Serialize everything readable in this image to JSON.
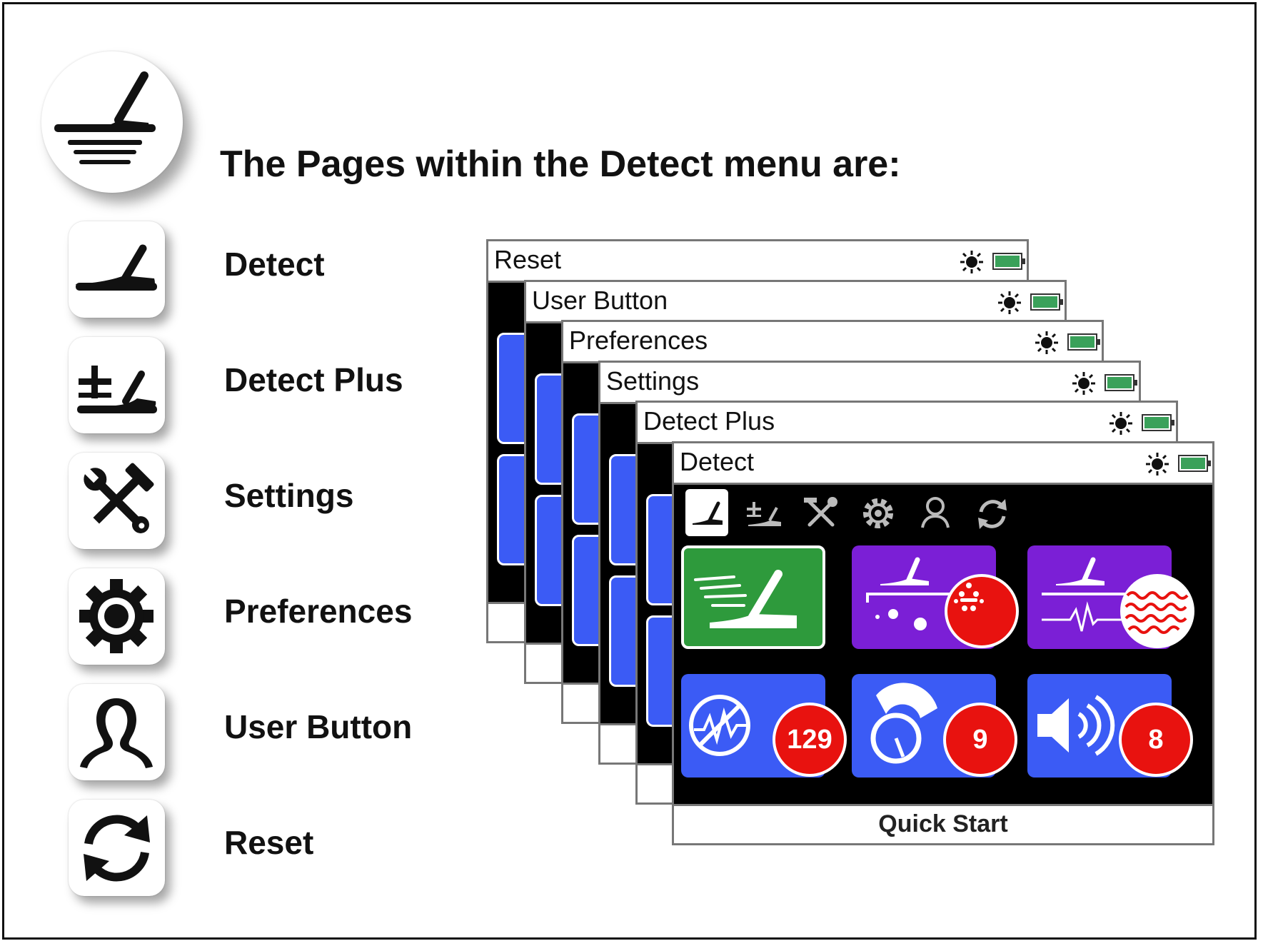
{
  "heading": "The Pages within the Detect menu are:",
  "main_icon": "detect-menu-icon",
  "pages": [
    {
      "label": "Detect",
      "icon": "detect-icon"
    },
    {
      "label": "Detect Plus",
      "icon": "detect-plus-icon"
    },
    {
      "label": "Settings",
      "icon": "settings-icon"
    },
    {
      "label": "Preferences",
      "icon": "preferences-icon"
    },
    {
      "label": "User Button",
      "icon": "user-button-icon"
    },
    {
      "label": "Reset",
      "icon": "reset-icon"
    }
  ],
  "screens": [
    {
      "title": "Reset"
    },
    {
      "title": "User Button"
    },
    {
      "title": "Preferences"
    },
    {
      "title": "Settings"
    },
    {
      "title": "Detect Plus"
    },
    {
      "title": "Detect"
    }
  ],
  "front_screen": {
    "footer": "Quick Start",
    "tiles": [
      {
        "name": "quick-start-tile",
        "color": "green"
      },
      {
        "name": "ground-balance-tile",
        "color": "purple"
      },
      {
        "name": "ground-tracking-tile",
        "color": "purple"
      },
      {
        "name": "noise-cancel-tile",
        "color": "blue",
        "badge": "129"
      },
      {
        "name": "sensitivity-tile",
        "color": "blue",
        "badge": "9"
      },
      {
        "name": "volume-tile",
        "color": "blue",
        "badge": "8"
      }
    ]
  },
  "colors": {
    "accent_green": "#2e9a3c",
    "accent_purple": "#7b1fd6",
    "accent_blue": "#3b5bf5",
    "badge_red": "#e8120f",
    "battery_green": "#3aa15a"
  }
}
